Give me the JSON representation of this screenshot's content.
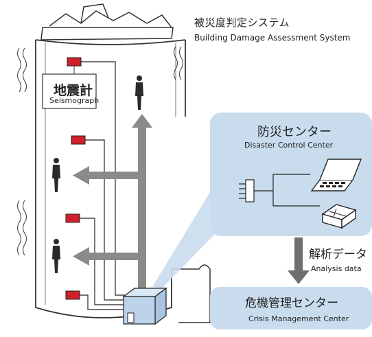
{
  "system": {
    "title_jp": "被災度判定システム",
    "title_en": "Building Damage Assessment System"
  },
  "seismograph": {
    "label_jp": "地震計",
    "label_en": "Seismograph"
  },
  "disaster_center": {
    "label_jp": "防災センター",
    "label_en": "Disaster Control Center"
  },
  "analysis": {
    "label_jp": "解析データ",
    "label_en": "Analysis data"
  },
  "crisis_center": {
    "label_jp": "危機管理センター",
    "label_en": "Crisis Management Center"
  },
  "colors": {
    "sensor_red": "#d0202a",
    "arrow_gray": "#8a8a8a",
    "panel_blue": "#c9dcee",
    "box_blue": "#bcd3ea",
    "outline": "#333333"
  }
}
